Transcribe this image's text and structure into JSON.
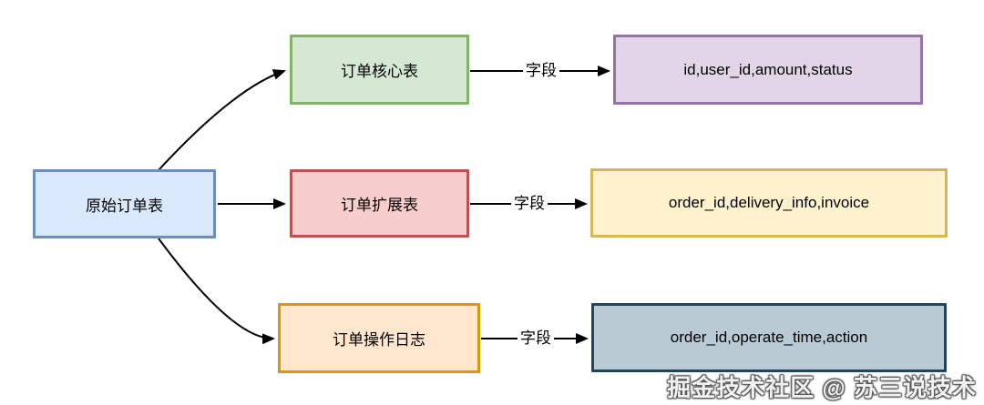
{
  "diagram": {
    "source": {
      "label": "原始订单表"
    },
    "rows": [
      {
        "table": "订单核心表",
        "edge_label": "字段",
        "fields": "id,user_id,amount,status"
      },
      {
        "table": "订单扩展表",
        "edge_label": "字段",
        "fields": "order_id,delivery_info,invoice"
      },
      {
        "table": "订单操作日志",
        "edge_label": "字段",
        "fields": "order_id,operate_time,action"
      }
    ],
    "colors": {
      "source_fill": "#dae8fc",
      "source_border": "#6c8ebf",
      "core_fill": "#d5e8d4",
      "core_border": "#82b366",
      "ext_fill": "#f8cecc",
      "ext_border": "#b85450",
      "log_fill": "#ffe6cc",
      "log_border": "#d79b00",
      "core_fields_fill": "#e1d5e7",
      "core_fields_border": "#9673a6",
      "ext_fields_fill": "#fff2cc",
      "ext_fields_border": "#d6b656",
      "log_fields_fill": "#b9cad5",
      "log_fields_border": "#23445d",
      "arrow": "#000000",
      "background": "#ffffff"
    }
  },
  "watermark": {
    "text": "掘金技术社区 @ 苏三说技术"
  }
}
